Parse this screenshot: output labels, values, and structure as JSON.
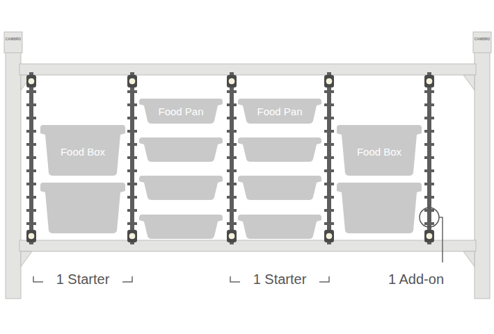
{
  "diagram": {
    "nodes": [
      {
        "text": [
          "Food Box"
        ]
      },
      {
        "text": [
          "Food Pan"
        ]
      },
      {
        "text": [
          "Food Pan"
        ]
      },
      {
        "text": [
          "Food Box"
        ]
      }
    ],
    "labels": [
      "CAMBRO",
      "CAMBRO",
      "1 Starter",
      "1 Starter",
      "1 Add-on"
    ]
  }
}
